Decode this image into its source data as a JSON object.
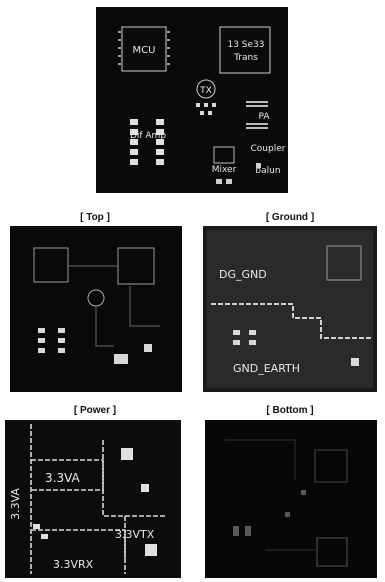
{
  "main_board": {
    "labels": {
      "mcu": "MCU",
      "second_chip_line1": "13 Se33",
      "second_chip_line2": "Trans",
      "tx": "TX",
      "pa": "PA",
      "diff_amp": "Dif Amp",
      "coupler": "Coupler",
      "mixer": "Mixer",
      "balun": "balun"
    }
  },
  "layers": [
    {
      "caption": "[ Top ]",
      "labels": []
    },
    {
      "caption": "[ Ground ]",
      "labels": [
        "DG_GND",
        "GND_EARTH"
      ]
    },
    {
      "caption": "[ Power ]",
      "labels": [
        "3.3VA",
        "3.3VA",
        "3.3VTX",
        "3.3VRX"
      ]
    },
    {
      "caption": "[ Bottom ]",
      "labels": []
    }
  ]
}
